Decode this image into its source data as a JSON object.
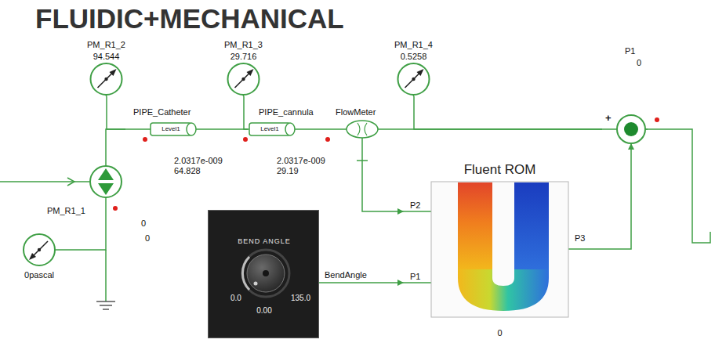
{
  "diagram": {
    "title": "FLUIDIC+MECHANICAL",
    "nodes": [
      {
        "text": [
          "PM_R1_2",
          "94.544"
        ]
      },
      {
        "text": [
          "PM_R1_3",
          "29.716"
        ]
      },
      {
        "text": [
          "PM_R1_4",
          "0.5258"
        ]
      },
      {
        "text": [
          "PIPE_Catheter",
          "Level1",
          "2.0317e-009",
          "64.828"
        ]
      },
      {
        "text": [
          "PIPE_cannula",
          "Level1",
          "2.0317e-009",
          "29.19"
        ]
      },
      {
        "text": [
          "FlowMeter"
        ]
      },
      {
        "text": [
          "P1",
          "0",
          "+"
        ]
      },
      {
        "text": [
          "PM_R1_1",
          "0",
          "0"
        ]
      },
      {
        "text": [
          "0pascal"
        ]
      },
      {
        "text": [
          "BEND ANGLE",
          "0.0",
          "135.0",
          "0.00"
        ]
      },
      {
        "text": [
          "Fluent ROM",
          "P2",
          "P1",
          "P3",
          "0"
        ]
      }
    ],
    "edges": [
      {
        "from": 0,
        "to": 3,
        "arrow": "none"
      },
      {
        "from": 7,
        "to": 3,
        "arrow": "none"
      },
      {
        "from": 3,
        "to": 4,
        "arrow": "none"
      },
      {
        "from": 1,
        "to": 4,
        "arrow": "none"
      },
      {
        "from": 4,
        "to": 5,
        "arrow": "none"
      },
      {
        "from": 5,
        "to": 6,
        "arrow": "none"
      },
      {
        "from": 2,
        "to": 6,
        "arrow": "none"
      },
      {
        "from": 7,
        "to": 8,
        "arrow": "none"
      },
      {
        "from": 5,
        "to": 10,
        "arrow": "to"
      },
      {
        "from": 9,
        "to": 10,
        "label": "BendAngle",
        "arrow": "to"
      },
      {
        "from": 10,
        "to": 6,
        "arrow": "to"
      }
    ]
  }
}
